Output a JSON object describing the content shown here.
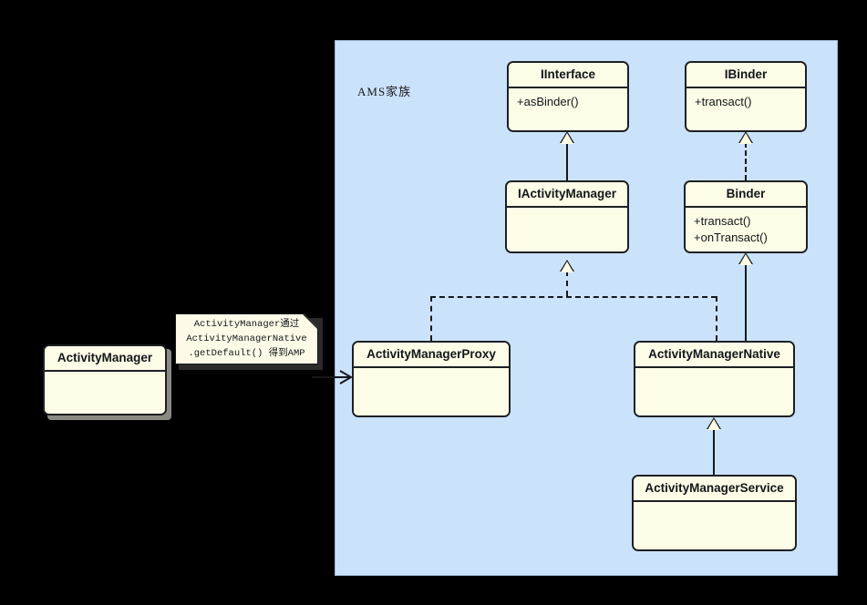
{
  "diagram": {
    "title": "AMS family UML class diagram",
    "background_color": "#000000",
    "group_panel": {
      "label": "AMS家族",
      "fill": "#cbe2fb"
    },
    "note": {
      "lines": [
        "ActivityManager通过",
        "ActivityManagerNative",
        ".getDefault() 得到AMP"
      ],
      "text": "ActivityManager通过\nActivityManagerNative\n.getDefault() 得到AMP"
    },
    "class_fill": "#fdfce6",
    "class_stroke": "#1d2023",
    "classes": [
      {
        "id": "activity-manager",
        "name": "ActivityManager",
        "members": [],
        "inside_panel": false
      },
      {
        "id": "iinterface",
        "name": "IInterface",
        "members": [
          "+asBinder()"
        ],
        "inside_panel": true
      },
      {
        "id": "ibinder",
        "name": "IBinder",
        "members": [
          "+transact()"
        ],
        "inside_panel": true
      },
      {
        "id": "iactivitymanager",
        "name": "IActivityManager",
        "members": [],
        "inside_panel": true
      },
      {
        "id": "binder",
        "name": "Binder",
        "members": [
          "+transact()",
          "+onTransact()"
        ],
        "inside_panel": true
      },
      {
        "id": "activitymanagerproxy",
        "name": "ActivityManagerProxy",
        "members": [],
        "inside_panel": true
      },
      {
        "id": "activitymanagernative",
        "name": "ActivityManagerNative",
        "members": [],
        "inside_panel": true
      },
      {
        "id": "activitymanagerservice",
        "name": "ActivityManagerService",
        "members": [],
        "inside_panel": true
      }
    ],
    "relations": [
      {
        "from": "IActivityManager",
        "to": "IInterface",
        "type": "generalization",
        "style": "solid"
      },
      {
        "from": "Binder",
        "to": "IBinder",
        "type": "realization",
        "style": "dashed"
      },
      {
        "from": "ActivityManagerProxy",
        "to": "IActivityManager",
        "type": "realization",
        "style": "dashed"
      },
      {
        "from": "ActivityManagerNative",
        "to": "IActivityManager",
        "type": "realization",
        "style": "dashed"
      },
      {
        "from": "ActivityManagerNative",
        "to": "Binder",
        "type": "generalization",
        "style": "solid"
      },
      {
        "from": "ActivityManagerService",
        "to": "ActivityManagerNative",
        "type": "generalization",
        "style": "solid"
      },
      {
        "from": "note",
        "to": "ActivityManagerProxy",
        "type": "association",
        "style": "solid"
      }
    ]
  }
}
